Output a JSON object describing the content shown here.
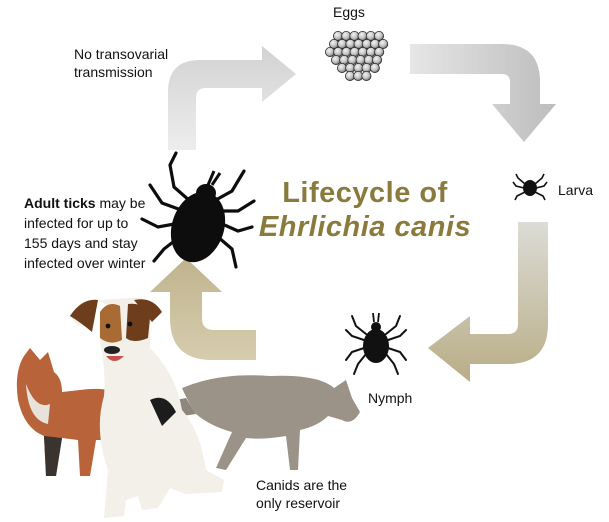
{
  "title": {
    "line1": "Lifecycle of",
    "line2": "Ehrlichia canis"
  },
  "stages": {
    "eggs": "Eggs",
    "larva": "Larva",
    "nymph": "Nymph"
  },
  "notes": {
    "transovarial_line1": "No transovarial",
    "transovarial_line2": "transmission",
    "adult_bold": "Adult ticks",
    "adult_rest1": " may be",
    "adult_line2": "infected for up to",
    "adult_line3": "155 days and stay",
    "adult_line4": "infected over winter",
    "reservoir_line1": "Canids are the",
    "reservoir_line2": "only reservoir"
  },
  "colors": {
    "title": "#8a7b3d",
    "arrow_gray": "#c4c4c4",
    "arrow_tan": "#cdc3a6",
    "tick": "#111111"
  },
  "images": [
    "egg-cluster",
    "larva-tick",
    "nymph-tick",
    "adult-tick",
    "fox",
    "dog",
    "coyote"
  ]
}
